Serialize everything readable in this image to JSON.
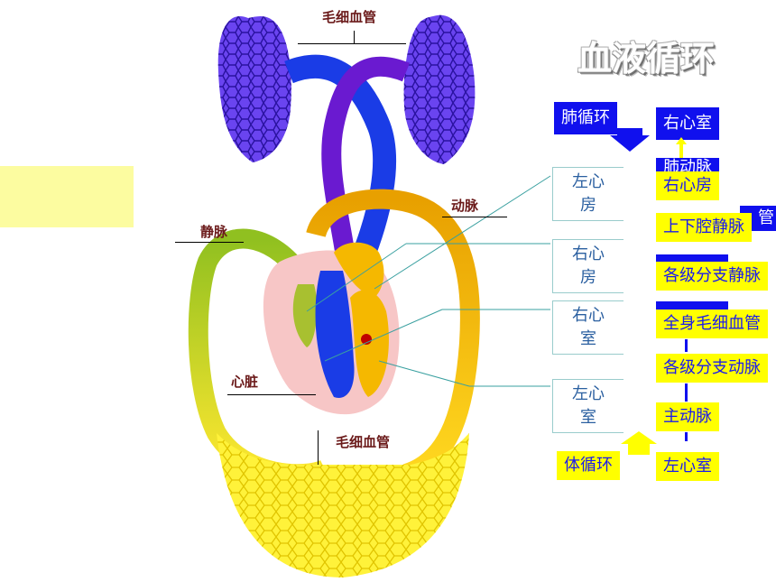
{
  "title": "血液循环",
  "diagram_labels": {
    "capillary_top": "毛细血管",
    "artery": "动脉",
    "vein": "静脉",
    "heart": "心脏",
    "capillary_bottom": "毛细血管"
  },
  "chambers": [
    {
      "label": "左心房"
    },
    {
      "label": "右心房"
    },
    {
      "label": "右心室"
    },
    {
      "label": "左心室"
    }
  ],
  "pulmonary": {
    "label": "肺循环",
    "right_ventricle": "右心室",
    "pulmonary_artery": "肺动脉",
    "vessel_partial": "管"
  },
  "systemic": {
    "label": "体循环",
    "steps": [
      "右心房",
      "上下腔静脉",
      "各级分支静脉",
      "全身毛细血管",
      "各级分支动脉",
      "主动脉",
      "左心室"
    ]
  },
  "colors": {
    "lung": "#5a3df0",
    "oxygenated": "#f5c400",
    "deoxygenated": "#1a3ce6",
    "capillary_body": "#ffef30",
    "blue_label": "#1010ee",
    "yellow_label": "#ffff00"
  }
}
